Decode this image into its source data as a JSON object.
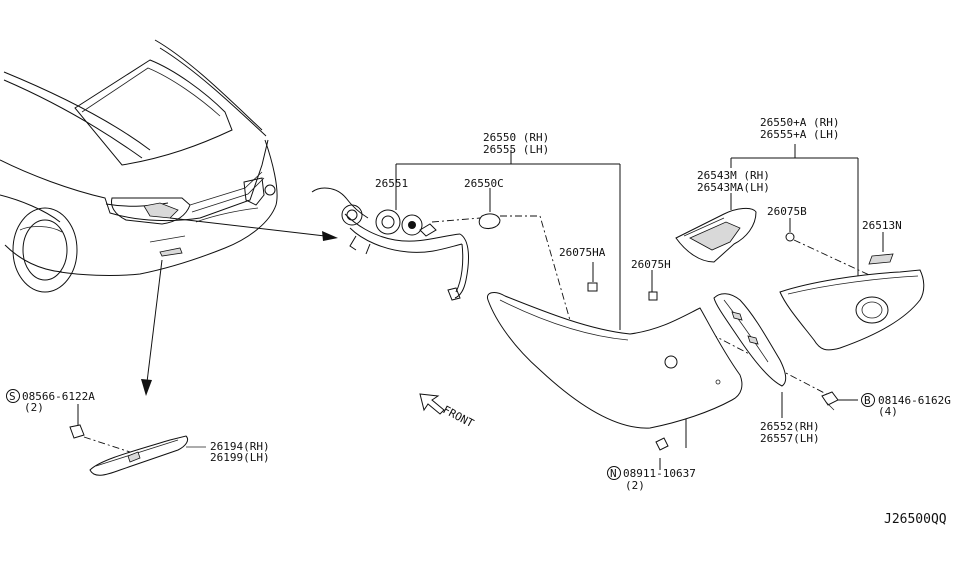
{
  "labels": {
    "p26550": "26550 (RH)",
    "p26555": "26555 (LH)",
    "p26551": "26551",
    "p26550C": "26550C",
    "p26550A": "26550+A (RH)",
    "p26555A": "26555+A (LH)",
    "p26543M": "26543M  (RH)",
    "p26543MA": "26543MA(LH)",
    "p26075B": "26075B",
    "p26513N": "26513N",
    "p26075HA": "26075HA",
    "p26075H": "26075H",
    "p26552": "26552(RH)",
    "p26557": "26557(LH)",
    "b08146": "08146-6162G",
    "b08146_qty": "(4)",
    "b08146_sym": "B",
    "n08911": "08911-10637",
    "n08911_qty": "(2)",
    "n08911_sym": "N",
    "s08566": "08566-6122A",
    "s08566_qty": "(2)",
    "s08566_sym": "S",
    "p26194": "26194(RH)",
    "p26199": "26199(LH)",
    "front": "FRONT",
    "diagram_id": "J26500QQ"
  }
}
